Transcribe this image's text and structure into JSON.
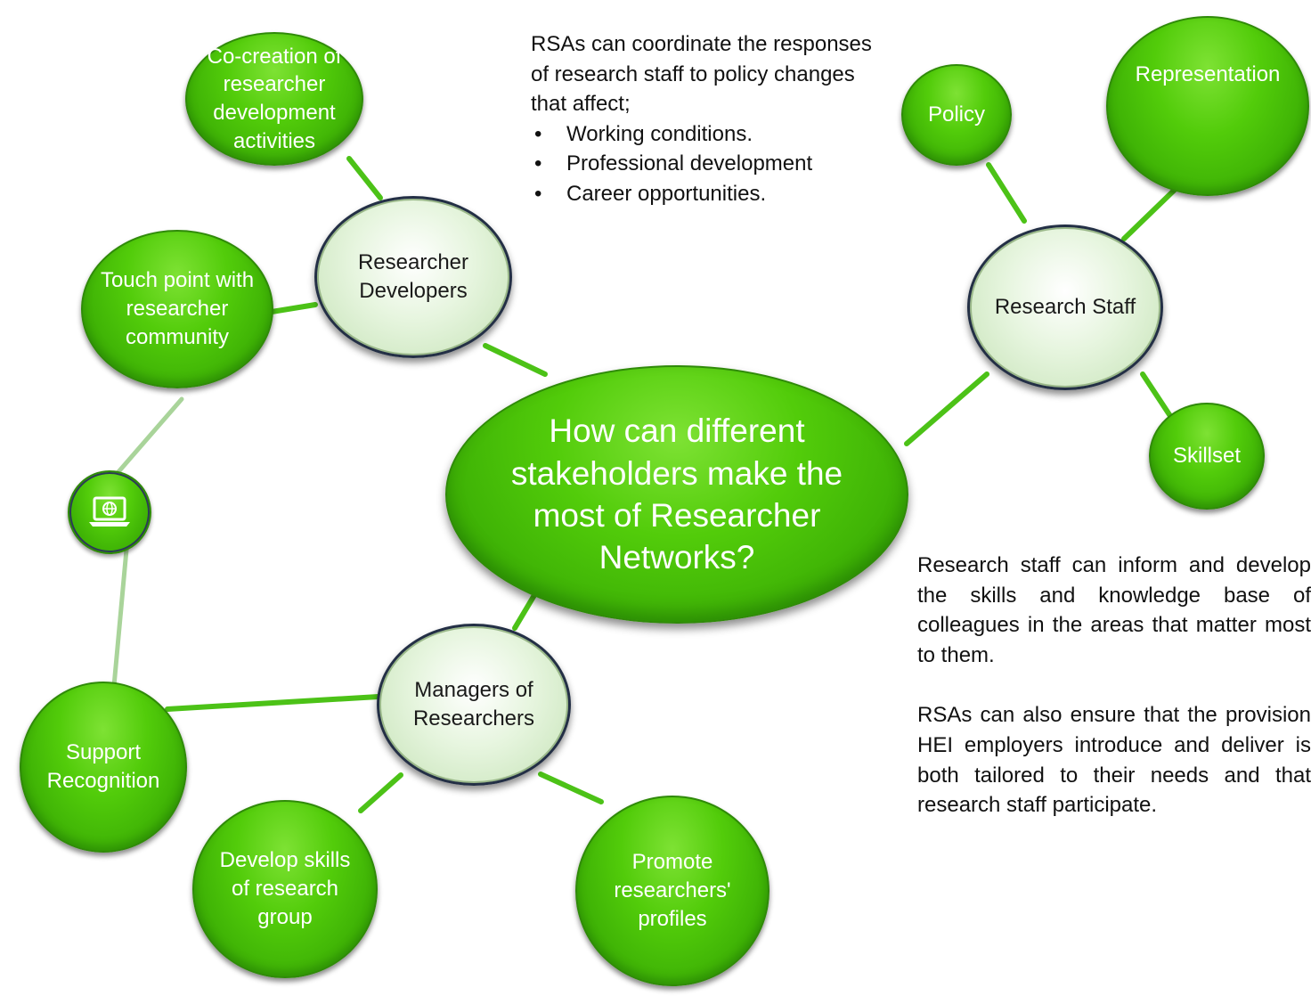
{
  "center_question": "How can different stakeholders make the most of Researcher Networks?",
  "hubs": {
    "researcher_developers": "Researcher Developers",
    "research_staff": "Research Staff",
    "managers": "Managers of Researchers"
  },
  "leaves": {
    "co_creation": "Co-creation of researcher development activities",
    "touch_point": "Touch point with researcher community",
    "policy": "Policy",
    "representation": "Representation",
    "skillset": "Skillset",
    "support_recognition": "Support Recognition",
    "develop_skills": "Develop skills of research group",
    "promote_profiles": "Promote researchers' profiles"
  },
  "icons": {
    "online": "laptop-globe-icon"
  },
  "notes": {
    "rsas_coordinate": {
      "intro": "RSAs can coordinate the responses of research staff to policy changes that affect;",
      "bullets": [
        "Working conditions.",
        "Professional development",
        "Career opportunities."
      ]
    },
    "research_staff_inform": "Research staff can inform and develop the skills and knowledge base of colleagues in the areas that matter most to them.",
    "rsas_ensure": "RSAs can also ensure that the provision HEI employers introduce and deliver is both tailored to their needs and that research staff participate."
  },
  "colors": {
    "node_green": "#4fcc0a",
    "connector_green": "#4cc217",
    "connector_pale": "#a9d49a",
    "hub_fill": "#d9efcf",
    "hub_border": "#232f45"
  }
}
